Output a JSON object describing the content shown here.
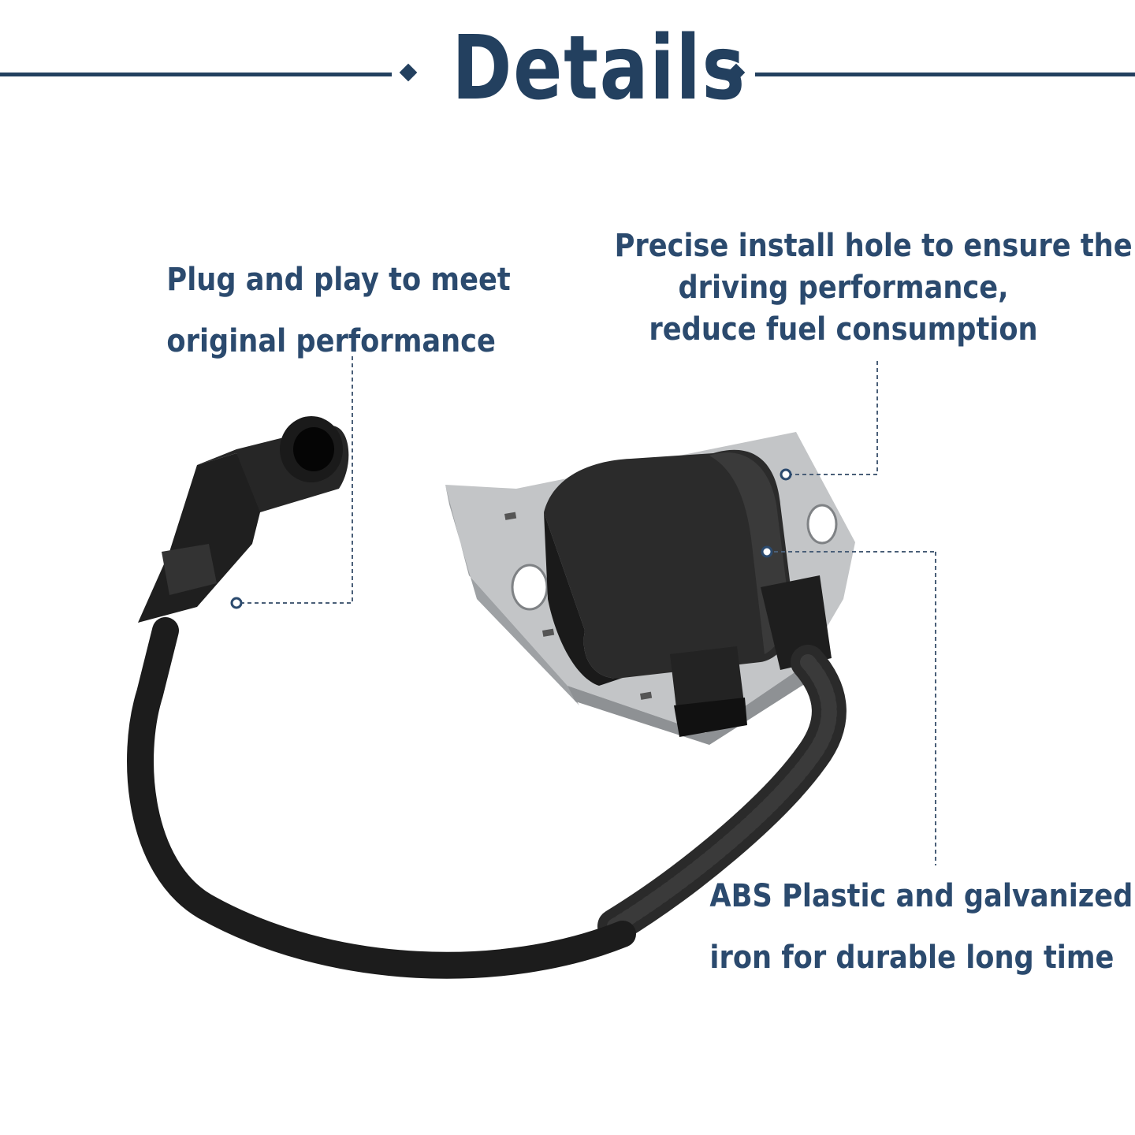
{
  "header": {
    "title": "Details",
    "accent_color": "#23405f"
  },
  "callouts": [
    {
      "lines": [
        "Plug and play to meet",
        "original performance"
      ]
    },
    {
      "lines": [
        "Precise install hole to ensure the",
        "driving performance,",
        "reduce fuel consumption"
      ]
    },
    {
      "lines": [
        "ABS Plastic and galvanized",
        "iron for durable long time"
      ]
    }
  ],
  "product": {
    "image_icon": "ignition-coil-product-icon"
  }
}
